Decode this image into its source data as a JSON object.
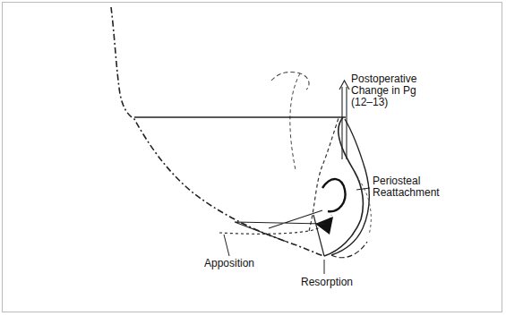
{
  "diagram": {
    "labels": [
      "Postoperative Change in Pg (12–13)",
      "Periosteal Reattachment",
      "Apposition",
      "Resorption"
    ]
  }
}
